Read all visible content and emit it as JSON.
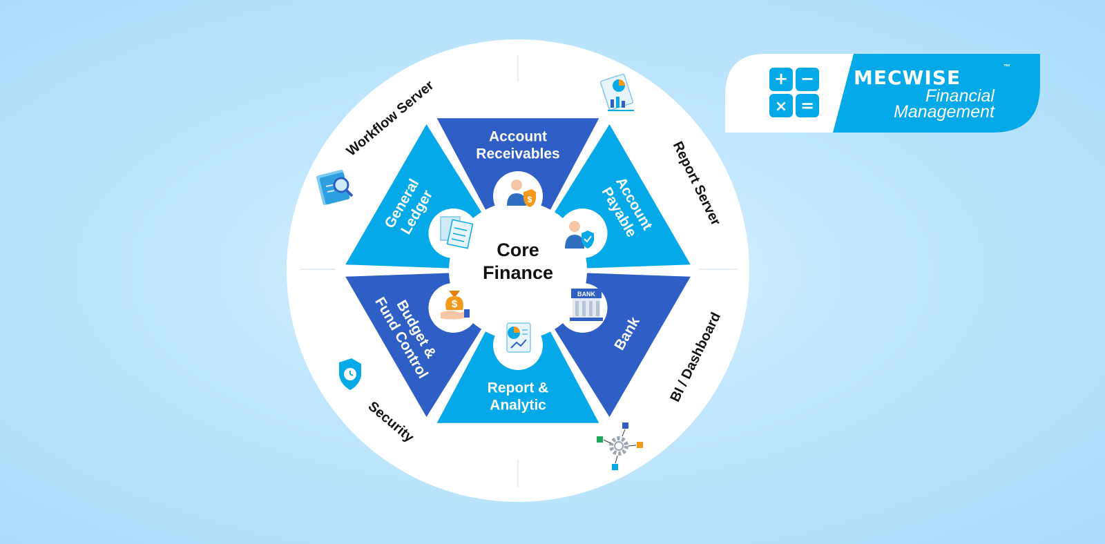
{
  "center": {
    "line1": "Core",
    "line2": "Finance"
  },
  "segments": [
    {
      "line1": "Account",
      "line2": "Receivables"
    },
    {
      "line1": "Account",
      "line2": "Payable"
    },
    {
      "line1": "Bank",
      "line2": ""
    },
    {
      "line1": "Report &",
      "line2": "Analytic"
    },
    {
      "line1": "Budget &",
      "line2": "Fund Control"
    },
    {
      "line1": "General",
      "line2": "Ledger"
    }
  ],
  "outer_labels": [
    "Report Server",
    "BI / Dashboard",
    "Security",
    "Workflow Server"
  ],
  "brand": {
    "name": "MECWISE",
    "trademark": "™",
    "subtitle_line1": "Financial",
    "subtitle_line2": "Management",
    "icon_symbols": [
      "+",
      "−",
      "×",
      "="
    ]
  },
  "icons": {
    "segments": [
      "receivable-person-icon",
      "payable-person-icon",
      "bank-building-icon",
      "report-chart-icon",
      "money-bag-icon",
      "ledger-document-icon"
    ],
    "outer": [
      "report-server-icon",
      "bi-dashboard-gear-icon",
      "security-shield-icon",
      "workflow-server-icon"
    ],
    "bank_sign": "BANK"
  },
  "colors": {
    "dark_blue": "#2f5ec4",
    "light_blue": "#06a9e8",
    "white": "#ffffff",
    "text_dark": "#111111"
  }
}
